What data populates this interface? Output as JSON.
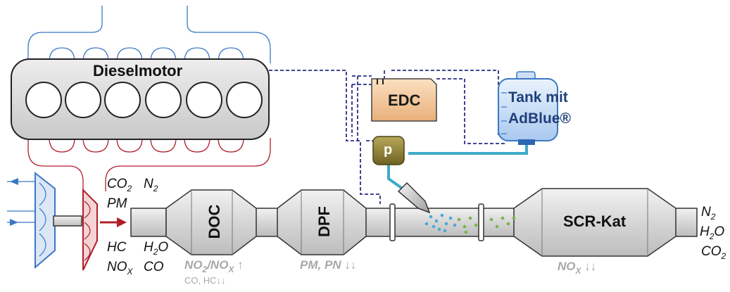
{
  "engine": {
    "label": "Dieselmotor"
  },
  "ecu": {
    "label": "EDC"
  },
  "tank": {
    "line1": "Tank mit",
    "line2": "AdBlue®"
  },
  "pump": {
    "label": "p"
  },
  "doc": {
    "label": "DOC",
    "effect_main": "NO2/NOX ↑",
    "effect_sub": "CO, HC↓↓"
  },
  "dpf": {
    "label": "DPF",
    "effect": "PM, PN ↓↓"
  },
  "scr": {
    "label": "SCR-Kat",
    "effect": "NOX ↓↓"
  },
  "raw_exhaust": [
    "CO2",
    "N2",
    "PM",
    "HC",
    "H2O",
    "NOX",
    "CO"
  ],
  "tailpipe": [
    "N2",
    "H2O",
    "CO2"
  ],
  "colors": {
    "exhaust_red": "#b01e2a",
    "intake_blue": "#3b78c4",
    "wiring_navy": "#2a2d86",
    "adblue_pipe": "#3fa9c9",
    "ecu_orange": "#f1c79a",
    "pump_olive": "#8a7c2e"
  }
}
